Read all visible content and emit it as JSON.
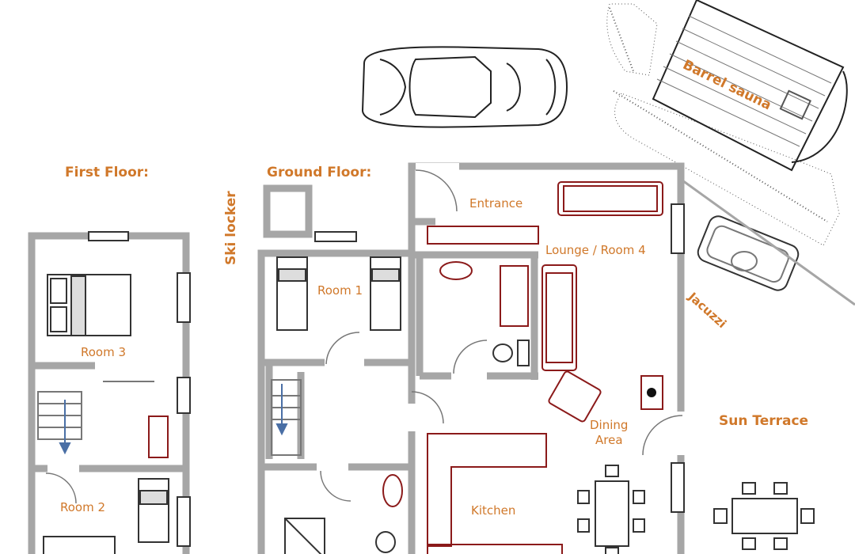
{
  "labels": {
    "first_floor": "First Floor:",
    "ground_floor": "Ground Floor:",
    "ski_locker": "Ski locker",
    "barrel_sauna": "Barrel sauna",
    "entrance": "Entrance",
    "lounge": "Lounge / Room 4",
    "room1": "Room 1",
    "room2": "Room 2",
    "room3": "Room 3",
    "jacuzzi": "Jacuzzi",
    "dining_line1": "Dining",
    "dining_line2": "Area",
    "sun_terrace": "Sun Terrace",
    "kitchen": "Kitchen"
  },
  "colors": {
    "label": "#d0782a",
    "wall": "#a6a6a6",
    "furniture": "#8b1a1a",
    "stairs_arrow": "#4a6fa5",
    "outline": "#333333"
  }
}
